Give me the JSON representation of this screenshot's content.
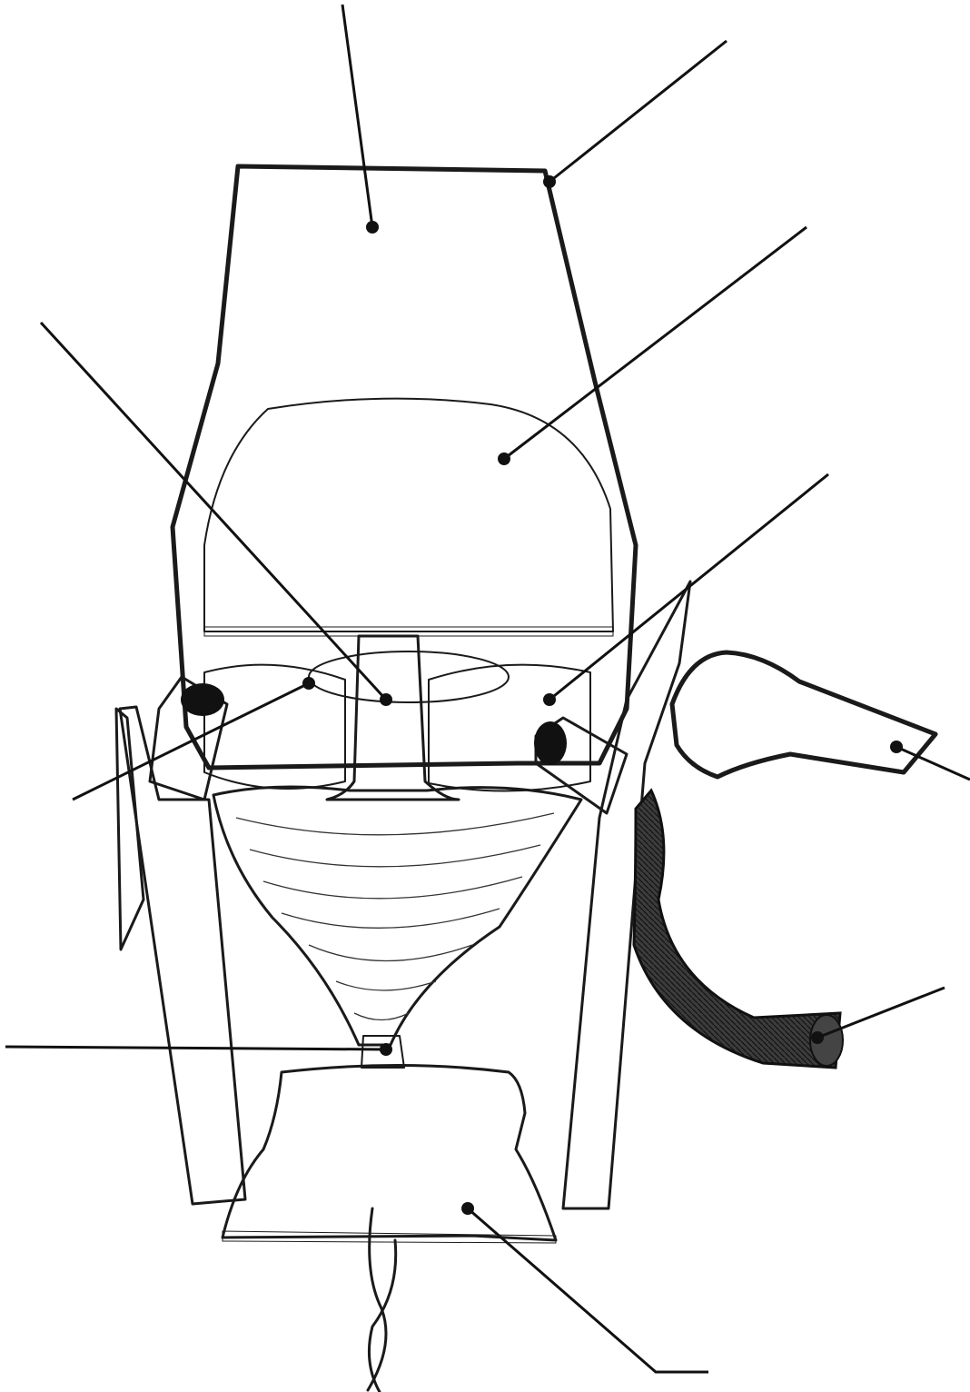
{
  "figure": {
    "kind": "unlabeled anatomical line drawing",
    "palette": {
      "ink": "#1a1a1a",
      "pale_fill": "#ececec",
      "mid_fill": "#bdbdbd",
      "dark_fill": "#3a3a3a",
      "background": "#ffffff"
    },
    "structures": [
      {
        "id": "upper-block",
        "icon": "stippled-trapezoid"
      },
      {
        "id": "upper-muscle-fan",
        "icon": "vertical-fibers"
      },
      {
        "id": "central-stem",
        "icon": "vertical-fibers"
      },
      {
        "id": "lateral-muscle-band",
        "icon": "horizontal-fibers"
      },
      {
        "id": "left-tube-stump",
        "icon": "dark-cylinder"
      },
      {
        "id": "right-tube-stump",
        "icon": "dark-cylinder"
      },
      {
        "id": "central-triangular-mass",
        "icon": "curved-fibers"
      },
      {
        "id": "narrow-waist",
        "icon": "dark-constriction"
      },
      {
        "id": "lower-muscle-block",
        "icon": "curved-fibers"
      },
      {
        "id": "left-side-strip",
        "icon": "pale-band"
      },
      {
        "id": "right-side-strip",
        "icon": "pale-band"
      },
      {
        "id": "curved-right-arm",
        "icon": "stippled-hook"
      },
      {
        "id": "dark-coiled-tube",
        "icon": "dark-tube"
      },
      {
        "id": "twisted-cord",
        "icon": "twisted-strand"
      }
    ],
    "leader_count": 10,
    "labels": []
  }
}
